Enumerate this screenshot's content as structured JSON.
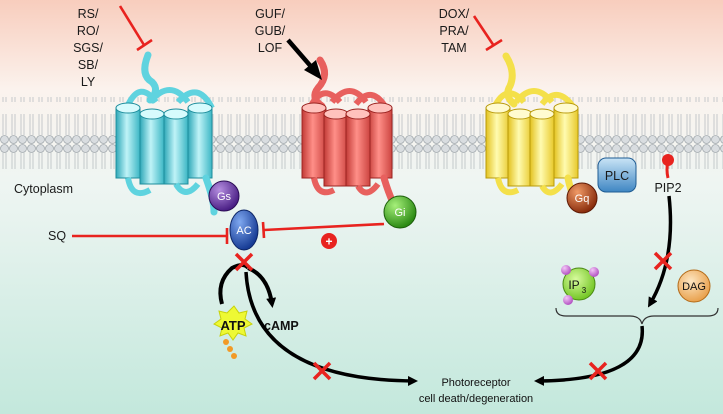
{
  "receptors": {
    "left": {
      "drugs": [
        "RS/",
        "RO/",
        "SGS/",
        "SB/",
        "LY"
      ],
      "color": "#5fd3df"
    },
    "middle": {
      "drugs": [
        "GUF/",
        "GUB/",
        "LOF"
      ],
      "color": "#e8605e"
    },
    "right": {
      "drugs": [
        "DOX/",
        "PRA/",
        "TAM"
      ],
      "color": "#f4e04a"
    }
  },
  "compartment": {
    "cytoplasm_label": "Cytoplasm"
  },
  "proteins": {
    "gs": "Gs",
    "ac": "AC",
    "gi": "Gi",
    "gq": "Gq",
    "plc": "PLC",
    "pip2": "PIP2",
    "dag": "DAG",
    "ip3_main": "IP",
    "ip3_sub": "3"
  },
  "molecules": {
    "atp": "ATP",
    "camp": "cAMP",
    "sq": "SQ",
    "plus": "+"
  },
  "outcome": {
    "line1": "Photoreceptor",
    "line2": "cell death/degeneration"
  },
  "colors": {
    "inhibit": "#e8231f",
    "activate": "#000000",
    "extracellular_top": "#f8cdbd",
    "cytoplasm_bottom": "#c3e8dc",
    "membrane_head": "#d8dde0"
  }
}
